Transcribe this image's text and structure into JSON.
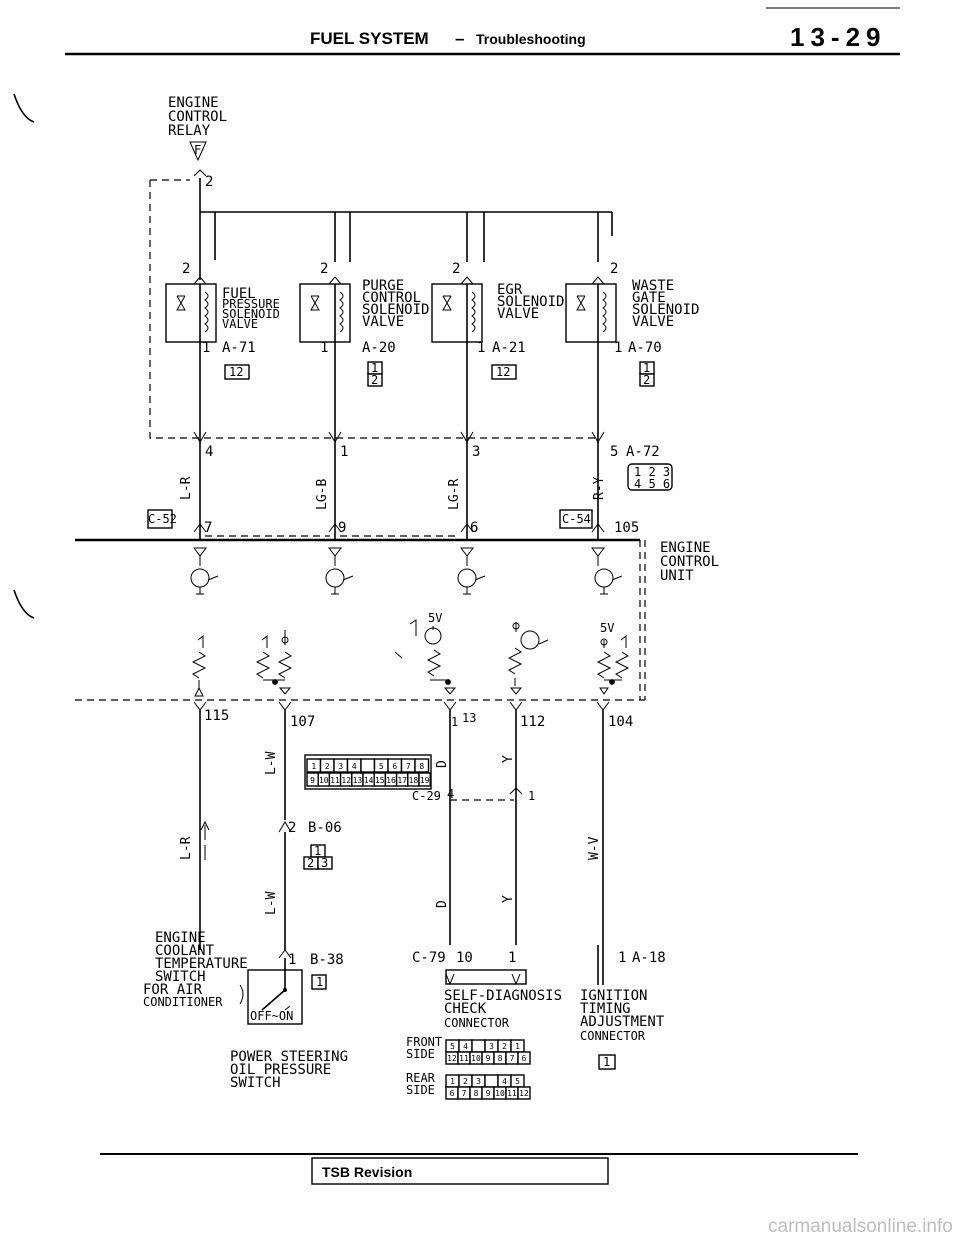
{
  "header": {
    "title": "FUEL SYSTEM",
    "dash": "–",
    "subtitle": "Troubleshooting",
    "page_number": "13-29"
  },
  "relay": {
    "line1": "ENGINE",
    "line2": "CONTROL",
    "line3": "RELAY",
    "fuse_letter": "F",
    "terminal": "2"
  },
  "solenoids": [
    {
      "top_pin": "2",
      "name1": "FUEL",
      "name2": "PRESSURE",
      "name3": "SOLENOID",
      "name4": "VALVE",
      "bottom_pin": "1",
      "connector": "A-71",
      "conn_pins": "12"
    },
    {
      "top_pin": "2",
      "name1": "PURGE",
      "name2": "CONTROL",
      "name3": "SOLENOID",
      "name4": "VALVE",
      "bottom_pin": "1",
      "connector": "A-20",
      "conn_pins": "12"
    },
    {
      "top_pin": "2",
      "name1": "EGR",
      "name2": "SOLENOID",
      "name3": "VALVE",
      "name4": "",
      "bottom_pin": "1",
      "connector": "A-21",
      "conn_pins": "12"
    },
    {
      "top_pin": "2",
      "name1": "WASTE",
      "name2": "GATE",
      "name3": "SOLENOID",
      "name4": "VALVE",
      "bottom_pin": "1",
      "connector": "A-70",
      "conn_pins": "12"
    }
  ],
  "ecu_upper": {
    "pins_top": [
      "4",
      "1",
      "3",
      "5"
    ],
    "connector_right": "A-72",
    "connector_grid": [
      "1",
      "2",
      "3",
      "4",
      "5",
      "6"
    ],
    "wires": [
      "L-R",
      "LG-B",
      "LG-R",
      "R-Y"
    ],
    "pins_bottom": [
      "7",
      "9",
      "6",
      "105"
    ],
    "c52": "C-52",
    "c54": "C-54",
    "unit1": "ENGINE",
    "unit2": "CONTROL",
    "unit3": "UNIT",
    "v5_left": "5V",
    "v5_right": "5V"
  },
  "ecu_lower_pins": [
    "115",
    "107",
    "13",
    "112",
    "104"
  ],
  "ecu_lower_pin_13_prefix": "1",
  "wires_lower": {
    "lw_upper": "L-W",
    "lw_lower": "L-W",
    "lr": "L-R",
    "y_upper": "Y",
    "y_lower": "Y",
    "wv": "W-V",
    "d_upper": "D",
    "d_lower": "D"
  },
  "c29": {
    "label": "C-29",
    "pin_left": "4",
    "pin_right": "1",
    "row1": [
      "1",
      "2",
      "3",
      "4",
      "",
      "5",
      "6",
      "7",
      "8"
    ],
    "row2": [
      "9",
      "10",
      "11",
      "12",
      "13",
      "14",
      "15",
      "16",
      "17",
      "18",
      "19"
    ]
  },
  "b06": {
    "pin": "2",
    "label": "B-06",
    "grid": [
      "1",
      "2",
      "3"
    ]
  },
  "switches": {
    "coolant1": "ENGINE",
    "coolant2": "COOLANT",
    "coolant3": "TEMPERATURE",
    "coolant4": "SWITCH",
    "forair1": "FOR AIR",
    "forair2": "CONDITIONER",
    "b38_pin": "1",
    "b38_label": "B-38",
    "b38_grid": "1",
    "off_on": "OFF~ON",
    "ps1": "POWER STEERING",
    "ps2": "OIL PRESSURE",
    "ps3": "SWITCH"
  },
  "c79": {
    "label": "C-79",
    "pin_left": "10",
    "pin_right": "1",
    "name1": "SELF-DIAGNOSIS",
    "name2": "CHECK",
    "name3": "CONNECTOR",
    "front_label": "FRONT SIDE",
    "rear_label": "REAR SIDE",
    "front_row1": [
      "5",
      "4",
      "",
      "3",
      "2",
      "1"
    ],
    "front_row2": [
      "12",
      "11",
      "10",
      "9",
      "8",
      "7",
      "6"
    ],
    "rear_row1": [
      "1",
      "2",
      "3",
      "",
      "4",
      "5"
    ],
    "rear_row2": [
      "6",
      "7",
      "8",
      "9",
      "10",
      "11",
      "12"
    ]
  },
  "ignition": {
    "pin": "1",
    "connector": "A-18",
    "name1": "IGNITION",
    "name2": "TIMING",
    "name3": "ADJUSTMENT",
    "name4": "CONNECTOR",
    "grid": "1"
  },
  "footer": {
    "tsb": "TSB Revision"
  },
  "watermark": "carmanualsonline.info"
}
